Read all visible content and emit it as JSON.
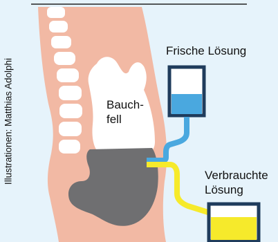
{
  "labels": {
    "fresh_solution": "Frische Lösung",
    "peritoneum_line1": "Bauch-",
    "peritoneum_line2": "fell",
    "used_solution_line1": "Verbrauchte",
    "used_solution_line2": "Lösung",
    "credit": "Illustrationen: Matthias Adolphi"
  },
  "colors": {
    "background": "#e6f3fb",
    "skin": "#f2b9a4",
    "spine_bone": "#ffffff",
    "peritoneum": "#ffffff",
    "abdominal_cavity": "#6f6f71",
    "fresh_fluid": "#4aa8df",
    "used_fluid": "#f6ea2b",
    "bag_outline": "#1f3c5c"
  }
}
